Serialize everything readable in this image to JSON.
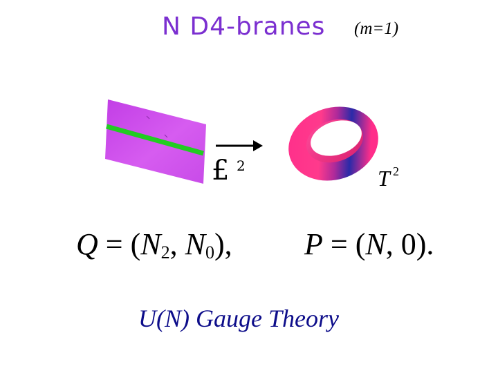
{
  "slide": {
    "title": "N D4-branes",
    "subtitle": "(m=1)",
    "plane_label": "£",
    "plane_label_sup": "2",
    "torus_label": "T",
    "torus_label_sup": "2",
    "eq_q": {
      "lhs": "Q",
      "eq": " = (",
      "n2": "N",
      "n2_sub": "2",
      "comma": ", ",
      "n0": "N",
      "n0_sub": "0",
      "end": "),"
    },
    "eq_p": {
      "lhs": "P",
      "eq": " = (",
      "n": "N",
      "rest": ", 0)."
    },
    "footer": "U(N) Gauge Theory"
  },
  "colors": {
    "title": "#7b2fd0",
    "plane": "#c84be8",
    "line": "#22cc22",
    "torus_pink": "#ff2d8a",
    "torus_blue": "#2a2aa8",
    "footer": "#0d0d8a"
  }
}
